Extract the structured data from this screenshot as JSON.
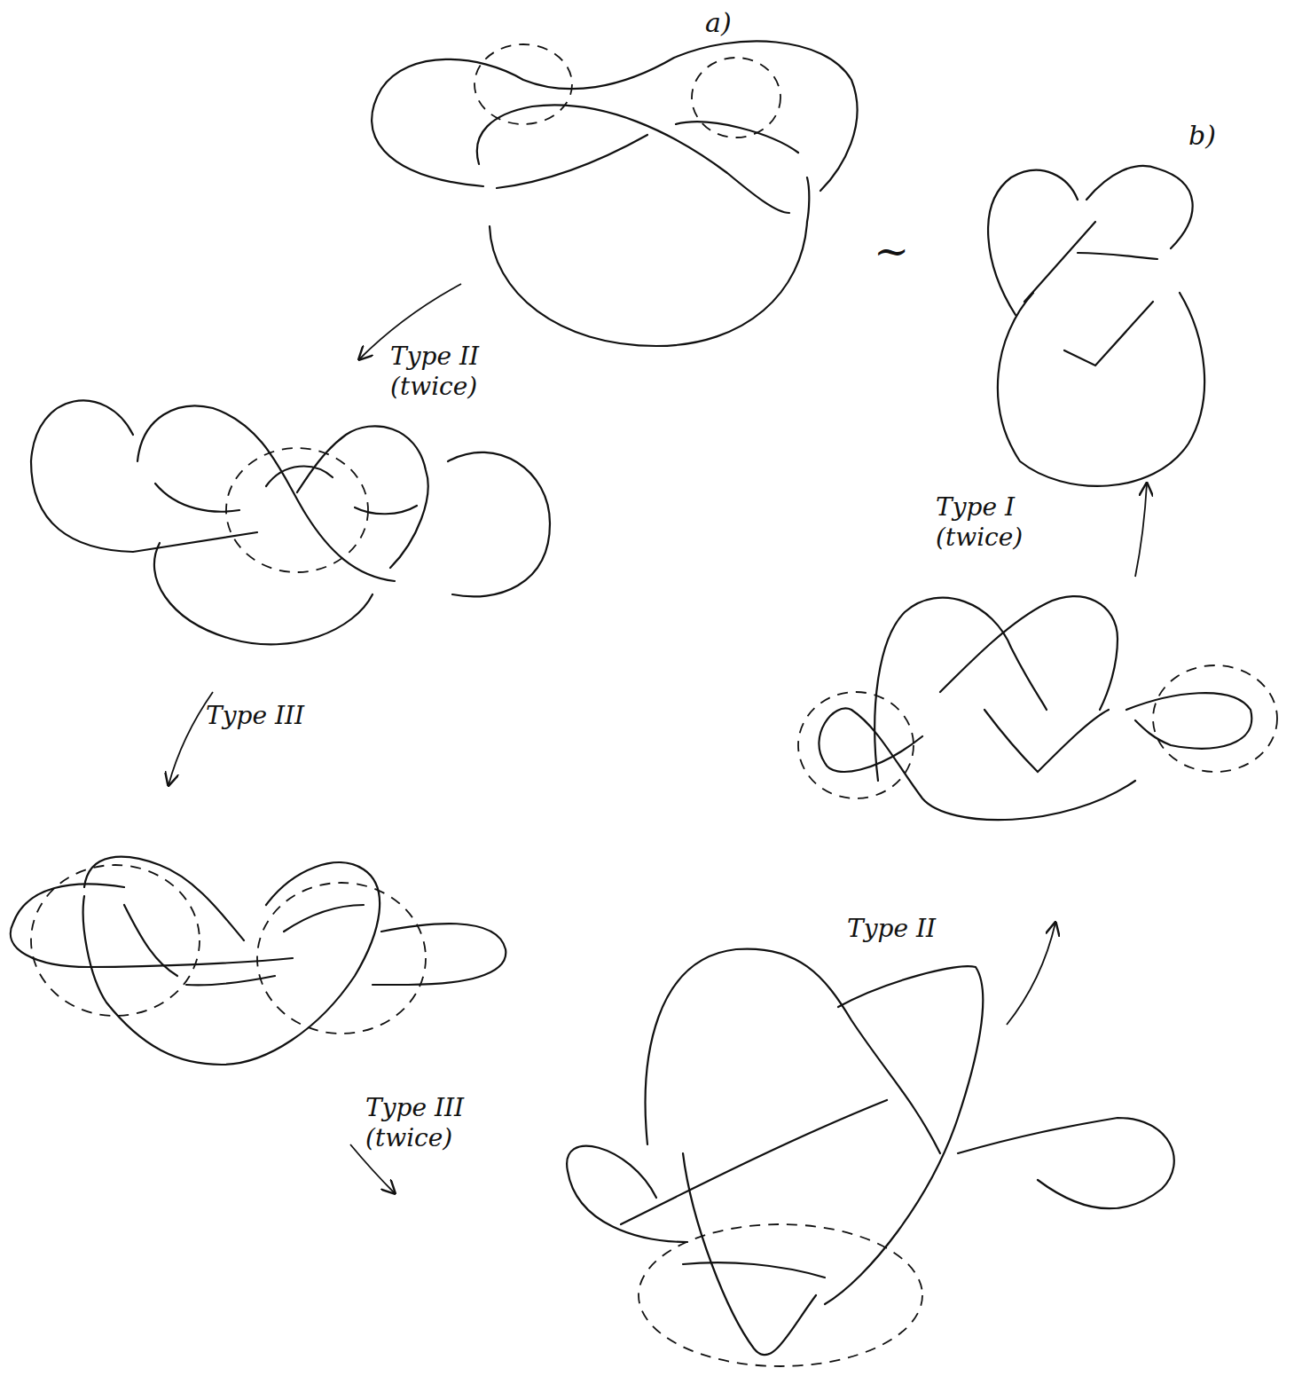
{
  "diagram": {
    "labels": [
      "a)",
      "b)",
      "~",
      "Type II (twice)",
      "Type III",
      "Type III (twice)",
      "Type II",
      "Type I (twice)"
    ]
  }
}
